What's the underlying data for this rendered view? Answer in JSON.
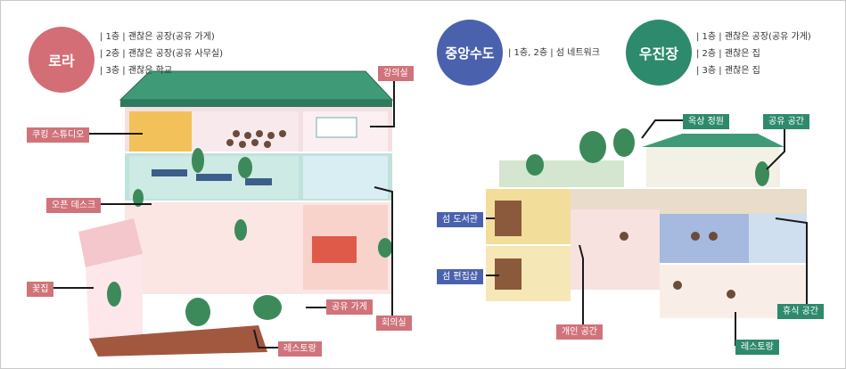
{
  "colors": {
    "rora": "#d36e76",
    "center": "#4a62ad",
    "ujin": "#2e8a6c"
  },
  "rora": {
    "name": "로라",
    "floors": [
      "| 1층 | 괜찮은 공장(공유 가게)",
      "| 2층 | 괜찮은 공장(공유 사무실)",
      "| 3층 | 괜찮은 학교"
    ]
  },
  "center": {
    "name": "중앙수도",
    "floors": [
      "| 1층, 2층 | 섬 네트워크"
    ]
  },
  "ujin": {
    "name": "우진장",
    "floors": [
      "| 1층 | 괜찮은 공장(공유 가게)",
      "| 2층 | 괜찮은 집",
      "| 3층 | 괜찮은 집"
    ]
  },
  "left_labels": {
    "lecture": "강의실",
    "cooking": "쿠킹 스튜디오",
    "open_desk": "오픈 데스크",
    "flower": "꽃집",
    "shared_store": "공유 가게",
    "meeting": "회의실",
    "restaurant": "레스토랑"
  },
  "right_labels": {
    "rooftop": "옥상 정원",
    "shared_space": "공유 공간",
    "library": "섬 도서관",
    "edit_shop": "섬 편집샵",
    "private": "개인 공간",
    "rest": "휴식 공간",
    "restaurant": "레스토랑"
  }
}
